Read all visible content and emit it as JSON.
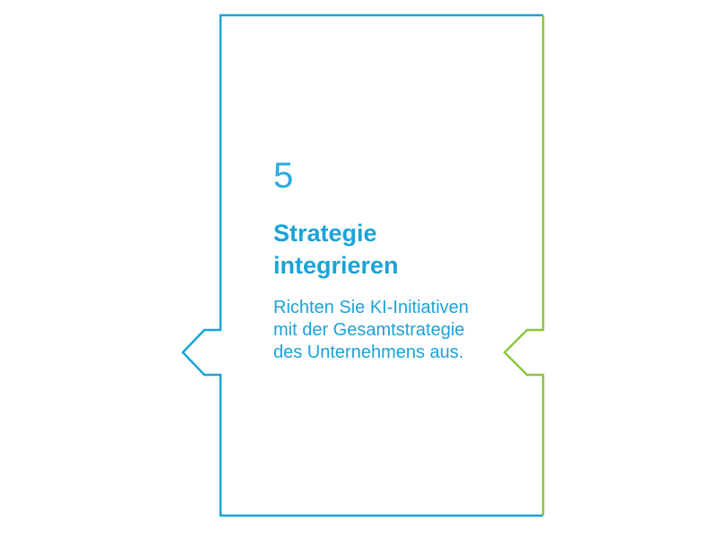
{
  "step": {
    "number": "5",
    "title_line1": "Strategie",
    "title_line2": "integrieren",
    "description_lines": [
      "Richten Sie KI-Initiativen",
      "mit der Gesamtstrategie",
      "des Unternehmens aus."
    ]
  },
  "colors": {
    "blue": "#1AA3D9",
    "green": "#8CC63F",
    "background": "#FFFFFF"
  },
  "icons": {
    "left_arrow": "left-arrow-outline",
    "right_notch": "left-arrow-notch-outline"
  }
}
